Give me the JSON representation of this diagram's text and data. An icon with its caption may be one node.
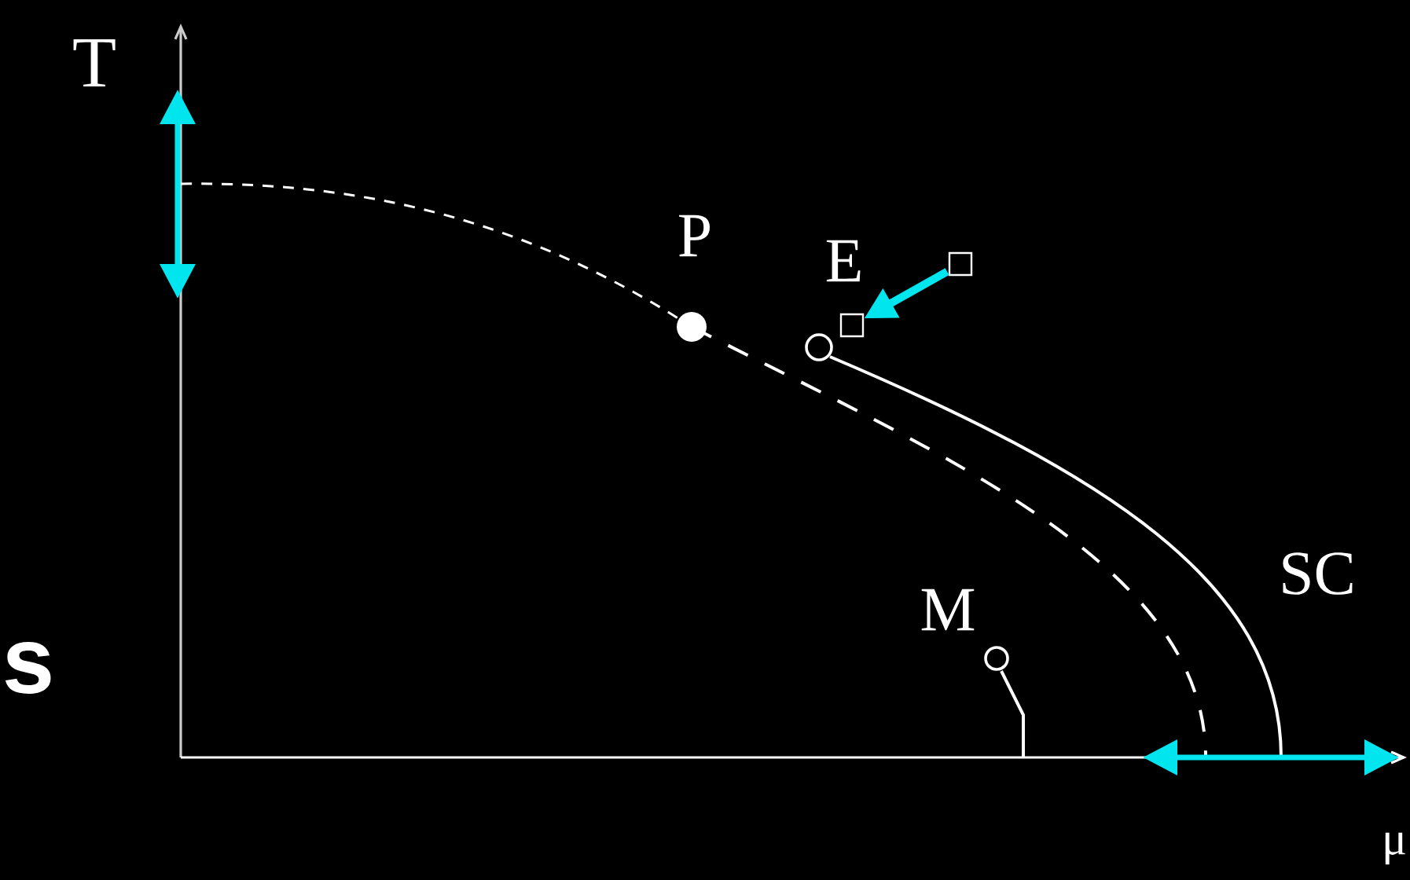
{
  "diagram": {
    "nodes": [
      {
        "text": [],
        "shape": "box"
      },
      {
        "text": [],
        "shape": "box"
      }
    ],
    "edges": [
      {
        "from": 0,
        "to": 1,
        "arrow": "to",
        "color": "#00e5ee"
      }
    ],
    "labels": [
      "T",
      "P",
      "E",
      "SC",
      "M",
      "s",
      "μ"
    ]
  }
}
